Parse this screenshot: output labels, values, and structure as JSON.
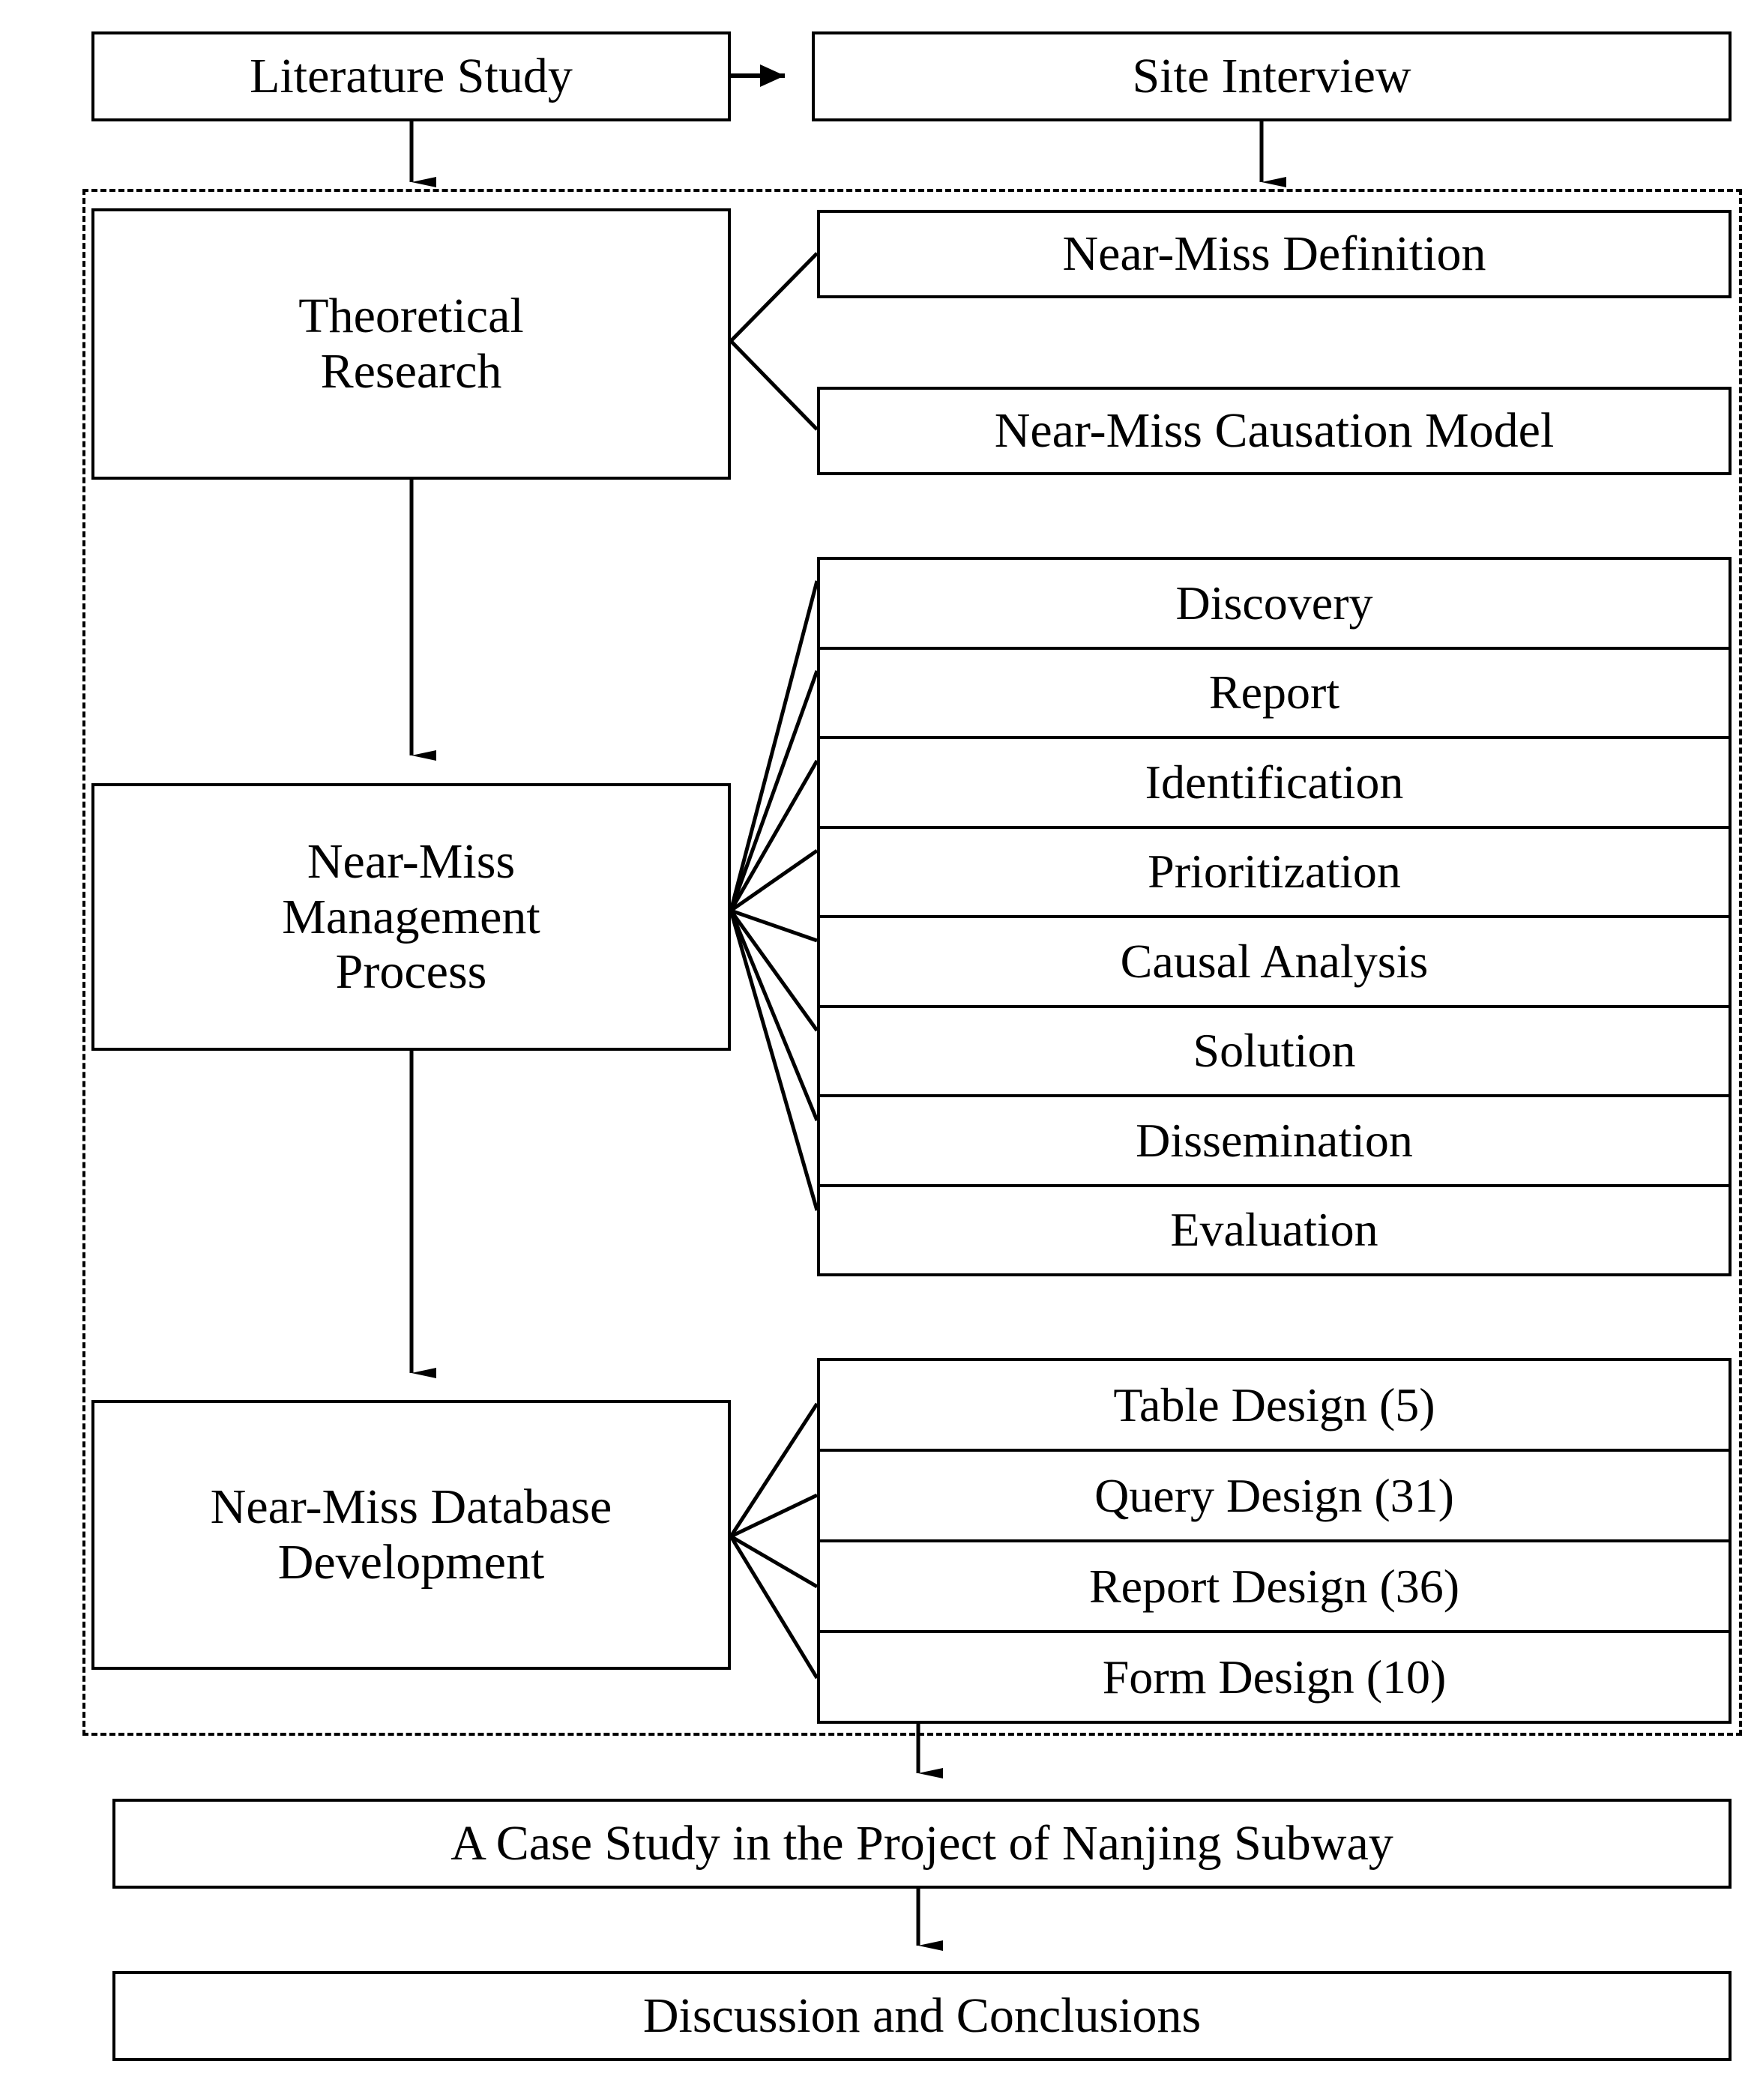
{
  "diagram": {
    "type": "flowchart",
    "title": "Research framework flowchart",
    "background_color": "#ffffff",
    "line_color": "#000000",
    "nodes": {
      "literature_study": "Literature Study",
      "site_interview": "Site Interview",
      "theoretical_research": "Theoretical\nResearch",
      "near_miss_definition": "Near-Miss Definition",
      "near_miss_causation_model": "Near-Miss Causation Model",
      "near_miss_management_process": "Near-Miss\nManagement\nProcess",
      "near_miss_database_development": "Near-Miss Database\nDevelopment",
      "case_study": "A Case Study in the Project of Nanjing Subway",
      "discussion_conclusions": "Discussion and Conclusions"
    },
    "theoretical_research_lines": [
      "Theoretical",
      "Research"
    ],
    "management_process_lines": [
      "Near-Miss",
      "Management",
      "Process"
    ],
    "database_development_lines": [
      "Near-Miss Database",
      "Development"
    ],
    "management_process_steps": [
      "Discovery",
      "Report",
      "Identification",
      "Prioritization",
      "Causal Analysis",
      "Solution",
      "Dissemination",
      "Evaluation"
    ],
    "database_design_items": [
      "Table Design (5)",
      "Query Design (31)",
      "Report Design (36)",
      "Form Design (10)"
    ]
  }
}
